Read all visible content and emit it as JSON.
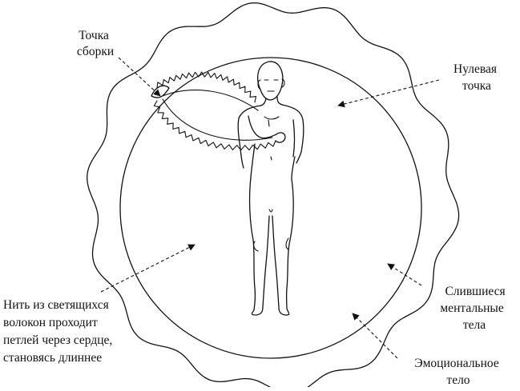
{
  "labels": {
    "assemblage_point": [
      "Точка",
      "сборки"
    ],
    "zero_point": [
      "Нулевая",
      "точка"
    ],
    "fiber_thread": [
      "Нить из светящихся",
      "волокон проходит",
      "петлей через сердце,",
      "становясь длиннее"
    ],
    "mental_bodies": [
      "Слившиеся",
      "ментальные",
      "тела"
    ],
    "emotional_body": [
      "Эмоциональное",
      "тело"
    ]
  },
  "colors": {
    "ink": "#111111",
    "background": "#ffffff"
  }
}
